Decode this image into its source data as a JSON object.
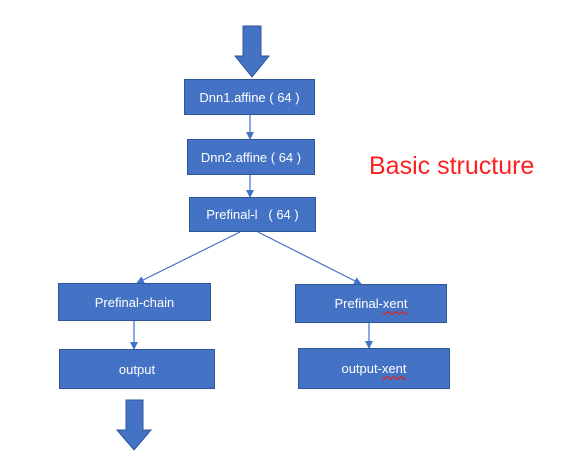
{
  "title": "Basic structure",
  "colors": {
    "node_fill": "#4472c4",
    "node_border": "#2f5597",
    "node_text": "#ffffff",
    "connector": "#4472c4",
    "title": "#ff1f1f"
  },
  "nodes": [
    {
      "id": "dnn1",
      "label": "Dnn1.affine ( 64 )"
    },
    {
      "id": "dnn2",
      "label": "Dnn2.affine ( 64 )"
    },
    {
      "id": "prefinal_l",
      "label": "Prefinal-l   ( 64 )"
    },
    {
      "id": "prefinal_chain",
      "label": "Prefinal-chain"
    },
    {
      "id": "prefinal_xent_a",
      "label": "Prefinal-",
      "label_b": "xent"
    },
    {
      "id": "output",
      "label": "output"
    },
    {
      "id": "output_xent_a",
      "label": "output-",
      "label_b": "xent"
    }
  ],
  "edges": [
    {
      "from": "input",
      "to": "dnn1"
    },
    {
      "from": "dnn1",
      "to": "dnn2"
    },
    {
      "from": "dnn2",
      "to": "prefinal_l"
    },
    {
      "from": "prefinal_l",
      "to": "prefinal_chain"
    },
    {
      "from": "prefinal_l",
      "to": "prefinal_xent"
    },
    {
      "from": "prefinal_chain",
      "to": "output"
    },
    {
      "from": "prefinal_xent",
      "to": "output_xent"
    },
    {
      "from": "output",
      "to": "exit"
    }
  ]
}
